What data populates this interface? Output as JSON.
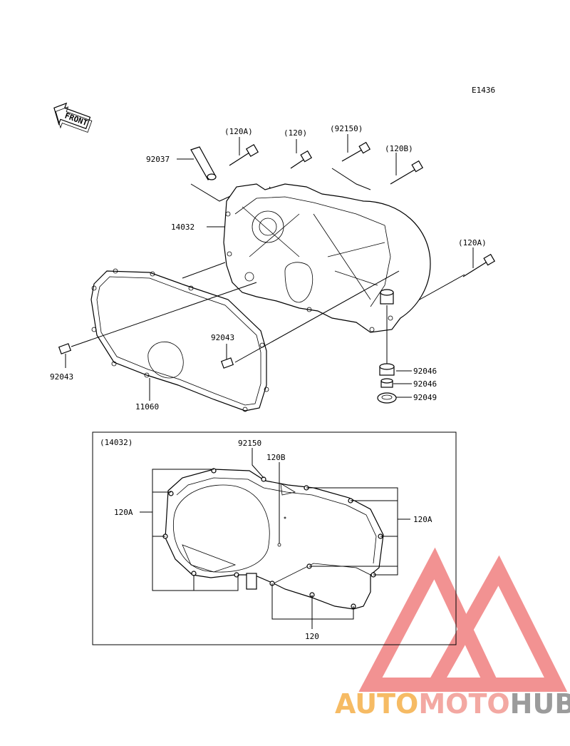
{
  "diagram_code": "E1436",
  "front_label": "FRONT",
  "callouts": {
    "bolt_120A_top": "(120A)",
    "bolt_120_top": "(120)",
    "screw_92150_top": "(92150)",
    "bolt_120B_top": "(120B)",
    "bolt_120A_right": "(120A)",
    "pin_92037": "92037",
    "cover_14032": "14032",
    "dowel_92043_center": "92043",
    "dowel_92043_left": "92043",
    "gasket_11060": "11060",
    "bushing_92046_a": "92046",
    "bushing_92046_b": "92046",
    "seal_92049": "92049"
  },
  "detail": {
    "title": "(14032)",
    "screw_92150": "92150",
    "bolt_120B": "120B",
    "bolt_120A_left": "120A",
    "bolt_120A_right": "120A",
    "bolt_120": "120"
  },
  "watermark": {
    "part1": "AUTO",
    "part2": "MOTO",
    "part3": "HUB",
    "color_auto": "#f5b04a",
    "color_moto": "#f29a92",
    "color_hub": "#8a8a8a",
    "triangle_color": "#f08080"
  }
}
